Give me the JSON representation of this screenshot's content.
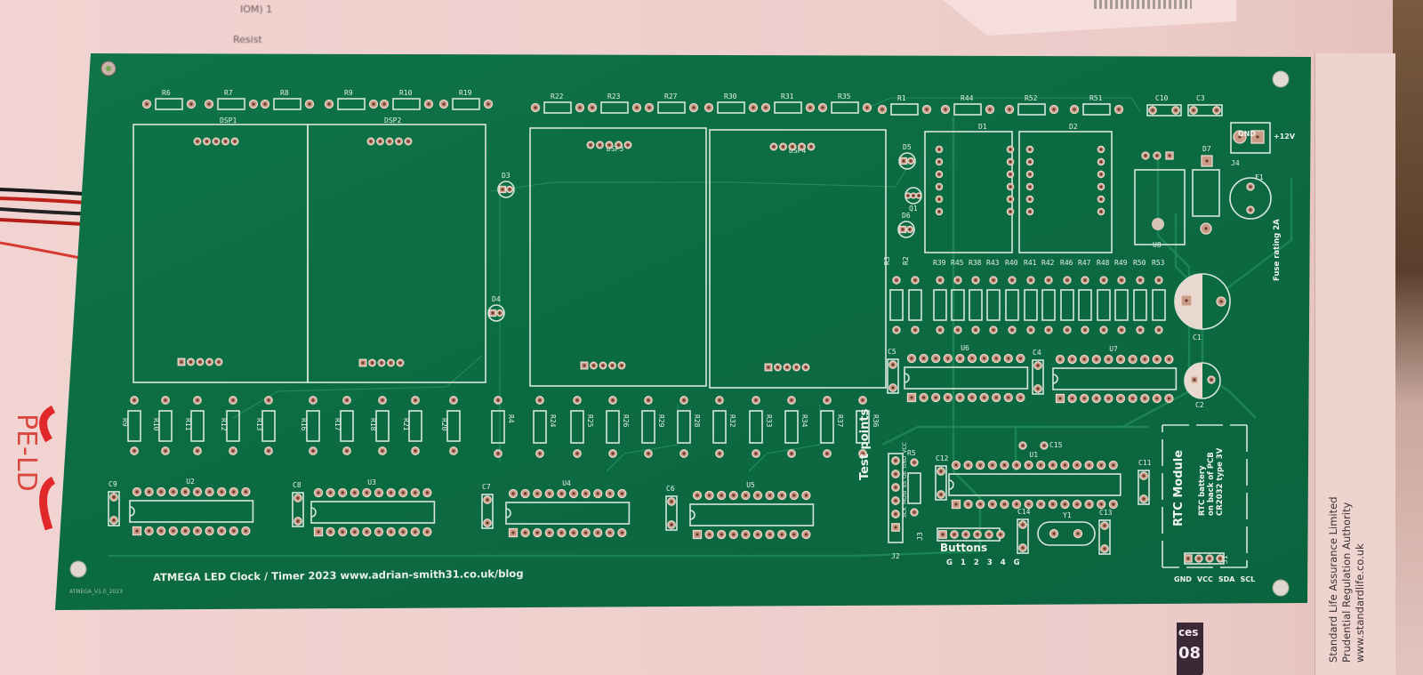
{
  "scene": {
    "description": "Photo of a bare green PCB on top of paperwork",
    "colors": {
      "pcb": "#0d6b42",
      "silkscreen": "#e4efe8",
      "pad": "#c99a86",
      "paper": "#efd1ce",
      "stamp_red": "#e0272a"
    }
  },
  "background": {
    "paper_top_lines": [
      "IOM) 1",
      "Resist"
    ],
    "stamp_text": "PE-LD",
    "right_document_lines": [
      "Standard Life Assurance Limited",
      "Prudential Regulation Authority",
      "www.standardlife.co.uk"
    ],
    "bottom_tab_lines": [
      "ces",
      "08"
    ]
  },
  "board": {
    "title_text": "ATMEGA LED Clock / Timer 2023 www.adrian-smith31.co.uk/blog",
    "small_corner_text": "ATMEGA_V1.0_2023",
    "top_resistors_left": [
      "R6",
      "R7",
      "R8",
      "R9",
      "R10",
      "R19"
    ],
    "top_resistors_mid": [
      "R22",
      "R23",
      "R27",
      "R30",
      "R31",
      "R35"
    ],
    "top_resistors_right": [
      "R1",
      "R44",
      "R52",
      "R51"
    ],
    "top_caps": [
      "C10",
      "C3"
    ],
    "displays": [
      "DSP1",
      "DSP2",
      "DSP3",
      "DSP4"
    ],
    "diodes_left": [
      "D3",
      "D4"
    ],
    "diodes_mid": [
      "D5",
      "Q1",
      "D6"
    ],
    "opto": [
      "D1",
      "D2"
    ],
    "power": {
      "regulator": "U8",
      "diode": "D7",
      "connector": "J4",
      "gnd_label": "GND",
      "v_label": "+12V",
      "fuse": "F1",
      "fuse_note": "Fuse rating 2A",
      "cap1": "C1",
      "cap2": "C2"
    },
    "vertical_resistor_row_right": [
      "R3",
      "R2",
      "R39",
      "R45",
      "R38",
      "R43",
      "R40",
      "R41",
      "R42",
      "R46",
      "R47",
      "R48",
      "R49",
      "R50",
      "R53"
    ],
    "bottom_resistors_left": [
      "R9",
      "R10",
      "R11",
      "R12",
      "R13",
      "R16",
      "R17",
      "R18",
      "R21",
      "R20"
    ],
    "bottom_resistors_mid": [
      "R4",
      "R24",
      "R25",
      "R26",
      "R29",
      "R28",
      "R32",
      "R33",
      "R34",
      "R37",
      "R36"
    ],
    "shift_caps": [
      "C9",
      "C8",
      "C7",
      "C6"
    ],
    "shift_ics": [
      "U2",
      "U3",
      "U4",
      "U5"
    ],
    "driver_ics": [
      "U6",
      "U7"
    ],
    "driver_caps": [
      "C5",
      "C4"
    ],
    "mcu": {
      "ic": "U1",
      "cap_decoupling": "C12",
      "cap_reset": "C15",
      "resistor": "R5",
      "crystal": "Y1",
      "load_caps": [
        "C14",
        "C13"
      ],
      "cap_aux": "C11"
    },
    "test_points": {
      "title": "Test points",
      "connector": "J2",
      "pins": [
        "SCK",
        "MOSI",
        "SS",
        "OE",
        "GND",
        "VCC"
      ]
    },
    "buttons": {
      "title": "Buttons",
      "connector": "J3",
      "pins": [
        "G",
        "1",
        "2",
        "3",
        "4",
        "G"
      ]
    },
    "rtc": {
      "title": "RTC Module",
      "note_lines": [
        "RTC battery",
        "on back of PCB",
        "CR2032 type 3V"
      ],
      "connector": "J1",
      "pins": [
        "GND",
        "VCC",
        "SDA",
        "SCL"
      ]
    }
  }
}
